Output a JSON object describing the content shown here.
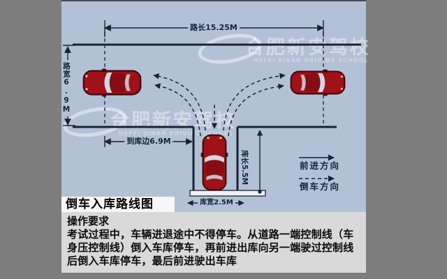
{
  "title": "倒车入库路线图",
  "watermark": {
    "name": "合肥新安驾校",
    "subtitle": "HEFEI XINAN DRIVING SCHOOL"
  },
  "diagram": {
    "labels": {
      "road_length": "路长15.25M",
      "road_width": "路宽6.9M",
      "to_garage_edge": "到库边6.9M",
      "garage_depth": "库长5.5M",
      "garage_width": "库宽2.5M",
      "legend_forward": "前进方向",
      "legend_reverse": "倒车方向"
    },
    "colors": {
      "matte": "#7d7d7d",
      "diagram_bg": "#b3c1d6",
      "line": "#1a2233",
      "car_body": "#a01118",
      "panel_bg": "#d9d9d9",
      "title_bg": "#f7f7f7"
    }
  },
  "panel": {
    "heading": "操作要求",
    "body": "考试过程中，车辆进退途中不得停车。从道路一端控制线（车身压控制线）倒入车库停车，再前进出库向另一端驶过控制线后倒入车库停车，最后前进驶出车库"
  }
}
